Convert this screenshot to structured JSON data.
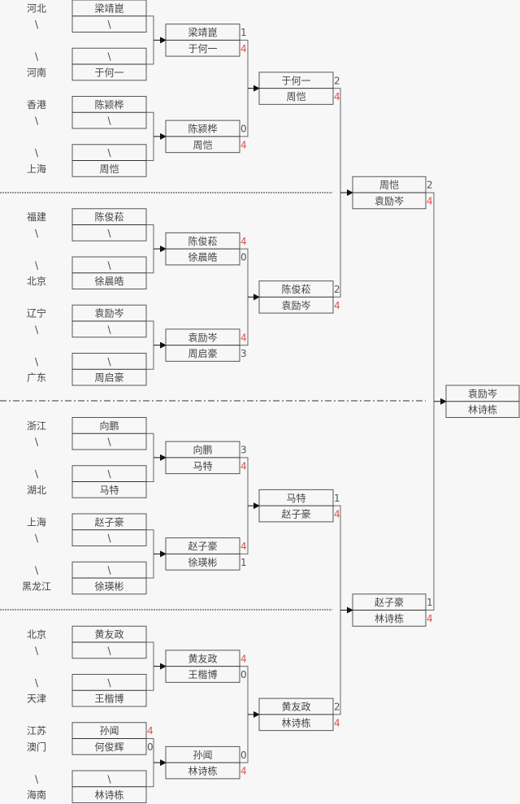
{
  "title": "Tournament bracket",
  "colors": {
    "winner_score": "#e05050",
    "loser_score": "#555555",
    "text": "#444444",
    "line": "#555555",
    "background": "#f7f7f7"
  },
  "round1": [
    {
      "regions": [
        "河北",
        "\\"
      ],
      "players": [
        "梁靖崑",
        "\\"
      ],
      "scores": [
        null,
        null
      ]
    },
    {
      "regions": [
        "\\",
        "河南"
      ],
      "players": [
        "\\",
        "于何一"
      ],
      "scores": [
        null,
        null
      ]
    },
    {
      "regions": [
        "香港",
        "\\"
      ],
      "players": [
        "陈颍桦",
        "\\"
      ],
      "scores": [
        null,
        null
      ]
    },
    {
      "regions": [
        "\\",
        "上海"
      ],
      "players": [
        "\\",
        "周恺"
      ],
      "scores": [
        null,
        null
      ]
    },
    {
      "regions": [
        "福建",
        "\\"
      ],
      "players": [
        "陈俊菘",
        "\\"
      ],
      "scores": [
        null,
        null
      ]
    },
    {
      "regions": [
        "\\",
        "北京"
      ],
      "players": [
        "\\",
        "徐晨皓"
      ],
      "scores": [
        null,
        null
      ]
    },
    {
      "regions": [
        "辽宁",
        "\\"
      ],
      "players": [
        "袁励岑",
        "\\"
      ],
      "scores": [
        null,
        null
      ]
    },
    {
      "regions": [
        "\\",
        "广东"
      ],
      "players": [
        "\\",
        "周启豪"
      ],
      "scores": [
        null,
        null
      ]
    },
    {
      "regions": [
        "浙江",
        "\\"
      ],
      "players": [
        "向鹏",
        "\\"
      ],
      "scores": [
        null,
        null
      ]
    },
    {
      "regions": [
        "\\",
        "湖北"
      ],
      "players": [
        "\\",
        "马特"
      ],
      "scores": [
        null,
        null
      ]
    },
    {
      "regions": [
        "上海",
        "\\"
      ],
      "players": [
        "赵子豪",
        "\\"
      ],
      "scores": [
        null,
        null
      ]
    },
    {
      "regions": [
        "\\",
        "黑龙江"
      ],
      "players": [
        "\\",
        "徐瑛彬"
      ],
      "scores": [
        null,
        null
      ]
    },
    {
      "regions": [
        "北京",
        "\\"
      ],
      "players": [
        "黄友政",
        "\\"
      ],
      "scores": [
        null,
        null
      ]
    },
    {
      "regions": [
        "\\",
        "天津"
      ],
      "players": [
        "\\",
        "王楷博"
      ],
      "scores": [
        null,
        null
      ]
    },
    {
      "regions": [
        "江苏",
        "澳门"
      ],
      "players": [
        "孙闻",
        "何俊辉"
      ],
      "scores": [
        4,
        0
      ]
    },
    {
      "regions": [
        "\\",
        "海南"
      ],
      "players": [
        "\\",
        "林诗栋"
      ],
      "scores": [
        null,
        null
      ]
    }
  ],
  "round2": [
    {
      "players": [
        "梁靖崑",
        "于何一"
      ],
      "scores": [
        1,
        4
      ]
    },
    {
      "players": [
        "陈颍桦",
        "周恺"
      ],
      "scores": [
        0,
        4
      ]
    },
    {
      "players": [
        "陈俊菘",
        "徐晨皓"
      ],
      "scores": [
        4,
        0
      ]
    },
    {
      "players": [
        "袁励岑",
        "周启豪"
      ],
      "scores": [
        4,
        3
      ]
    },
    {
      "players": [
        "向鹏",
        "马特"
      ],
      "scores": [
        3,
        4
      ]
    },
    {
      "players": [
        "赵子豪",
        "徐瑛彬"
      ],
      "scores": [
        4,
        1
      ]
    },
    {
      "players": [
        "黄友政",
        "王楷博"
      ],
      "scores": [
        4,
        0
      ]
    },
    {
      "players": [
        "孙闻",
        "林诗栋"
      ],
      "scores": [
        0,
        4
      ]
    }
  ],
  "round3": [
    {
      "players": [
        "于何一",
        "周恺"
      ],
      "scores": [
        2,
        4
      ]
    },
    {
      "players": [
        "陈俊菘",
        "袁励岑"
      ],
      "scores": [
        2,
        4
      ]
    },
    {
      "players": [
        "马特",
        "赵子豪"
      ],
      "scores": [
        1,
        4
      ]
    },
    {
      "players": [
        "黄友政",
        "林诗栋"
      ],
      "scores": [
        2,
        4
      ]
    }
  ],
  "round4": [
    {
      "players": [
        "周恺",
        "袁励岑"
      ],
      "scores": [
        2,
        4
      ]
    },
    {
      "players": [
        "赵子豪",
        "林诗栋"
      ],
      "scores": [
        1,
        4
      ]
    }
  ],
  "final": {
    "players": [
      "袁励岑",
      "林诗栋"
    ],
    "scores": [
      null,
      null
    ]
  }
}
